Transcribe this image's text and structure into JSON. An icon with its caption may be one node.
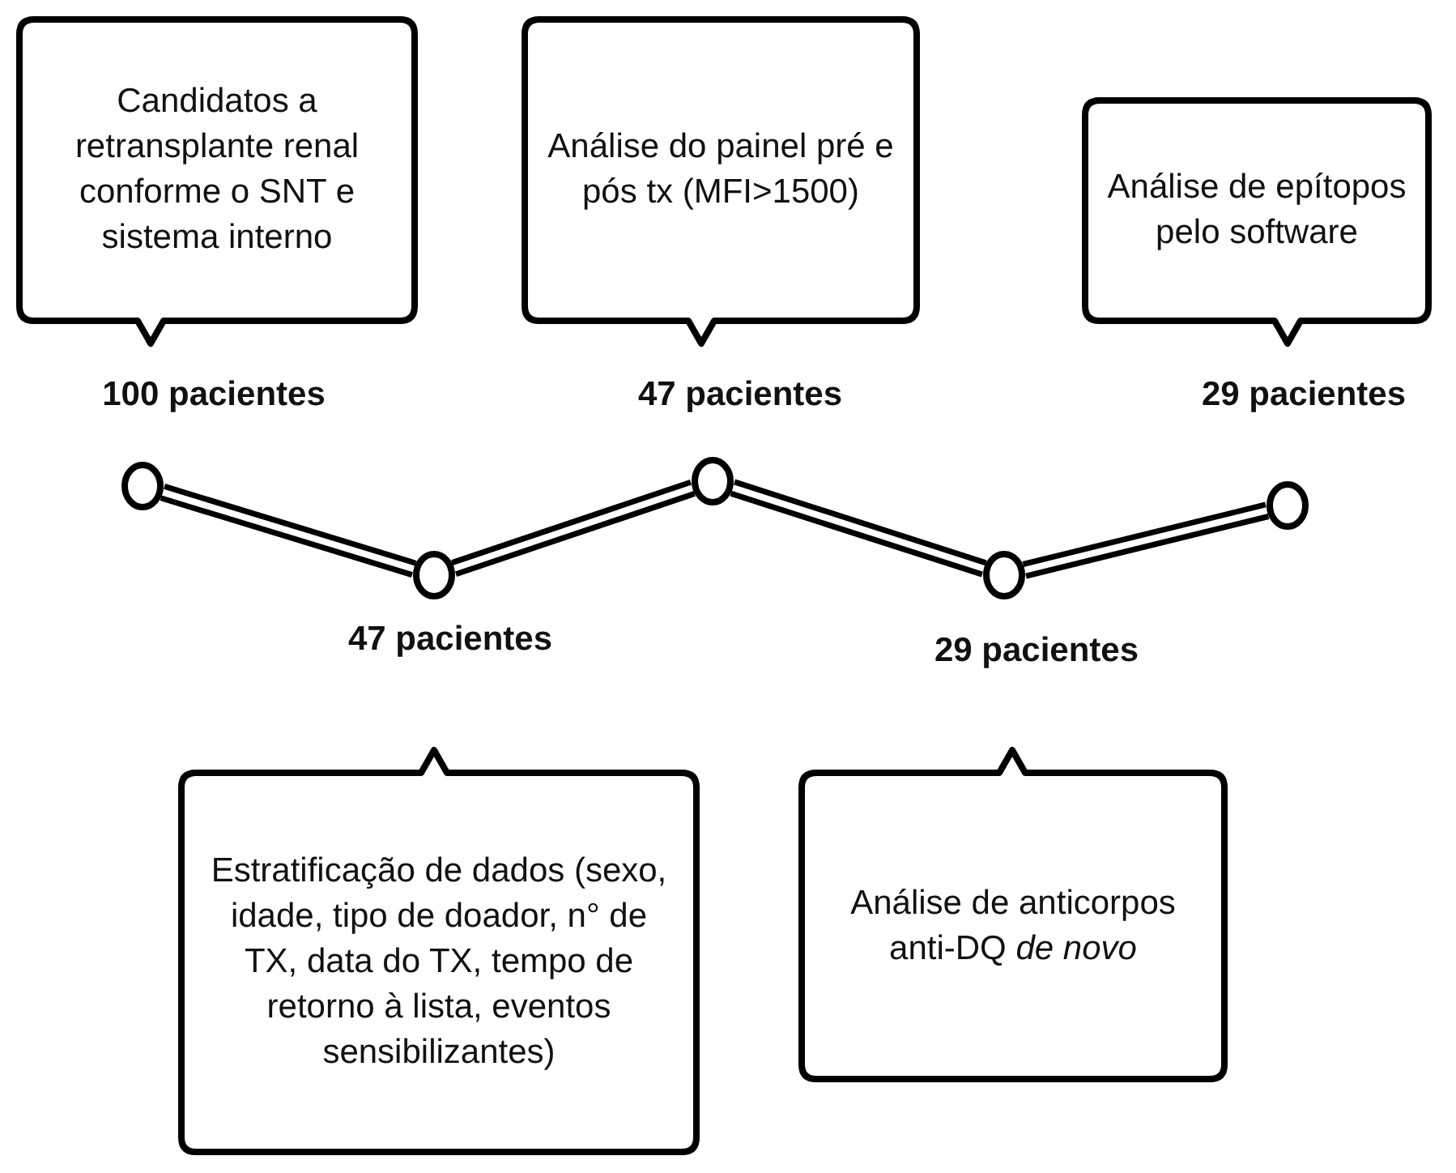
{
  "diagram": {
    "nodes": [
      {
        "text": [
          "Candidatos a retransplante renal conforme o SNT e sistema interno"
        ]
      },
      {
        "text": [
          "Análise do painel pré e pós tx (MFI>1500)"
        ]
      },
      {
        "text": [
          "Análise de epítopos pelo software"
        ]
      },
      {
        "text": [],
        "shape": "circle"
      },
      {
        "text": [],
        "shape": "circle"
      },
      {
        "text": [],
        "shape": "circle"
      },
      {
        "text": [],
        "shape": "circle"
      },
      {
        "text": [],
        "shape": "circle"
      },
      {
        "text": [
          "Estratificação de dados (sexo, idade, tipo de doador, n° de TX, data do TX, tempo de retorno à lista, eventos sensibilizantes)"
        ]
      },
      {
        "text": [
          "Análise de anticorpos anti-DQ *de novo*"
        ]
      }
    ],
    "edges": [
      {
        "from": 3,
        "to": 4,
        "arrow": "none"
      },
      {
        "from": 4,
        "to": 5,
        "arrow": "none"
      },
      {
        "from": 5,
        "to": 6,
        "arrow": "none"
      },
      {
        "from": 6,
        "to": 7,
        "arrow": "none"
      }
    ],
    "labels": [
      "100 pacientes",
      "47 pacientes",
      "29 pacientes",
      "47 pacientes",
      "29 pacientes"
    ]
  }
}
